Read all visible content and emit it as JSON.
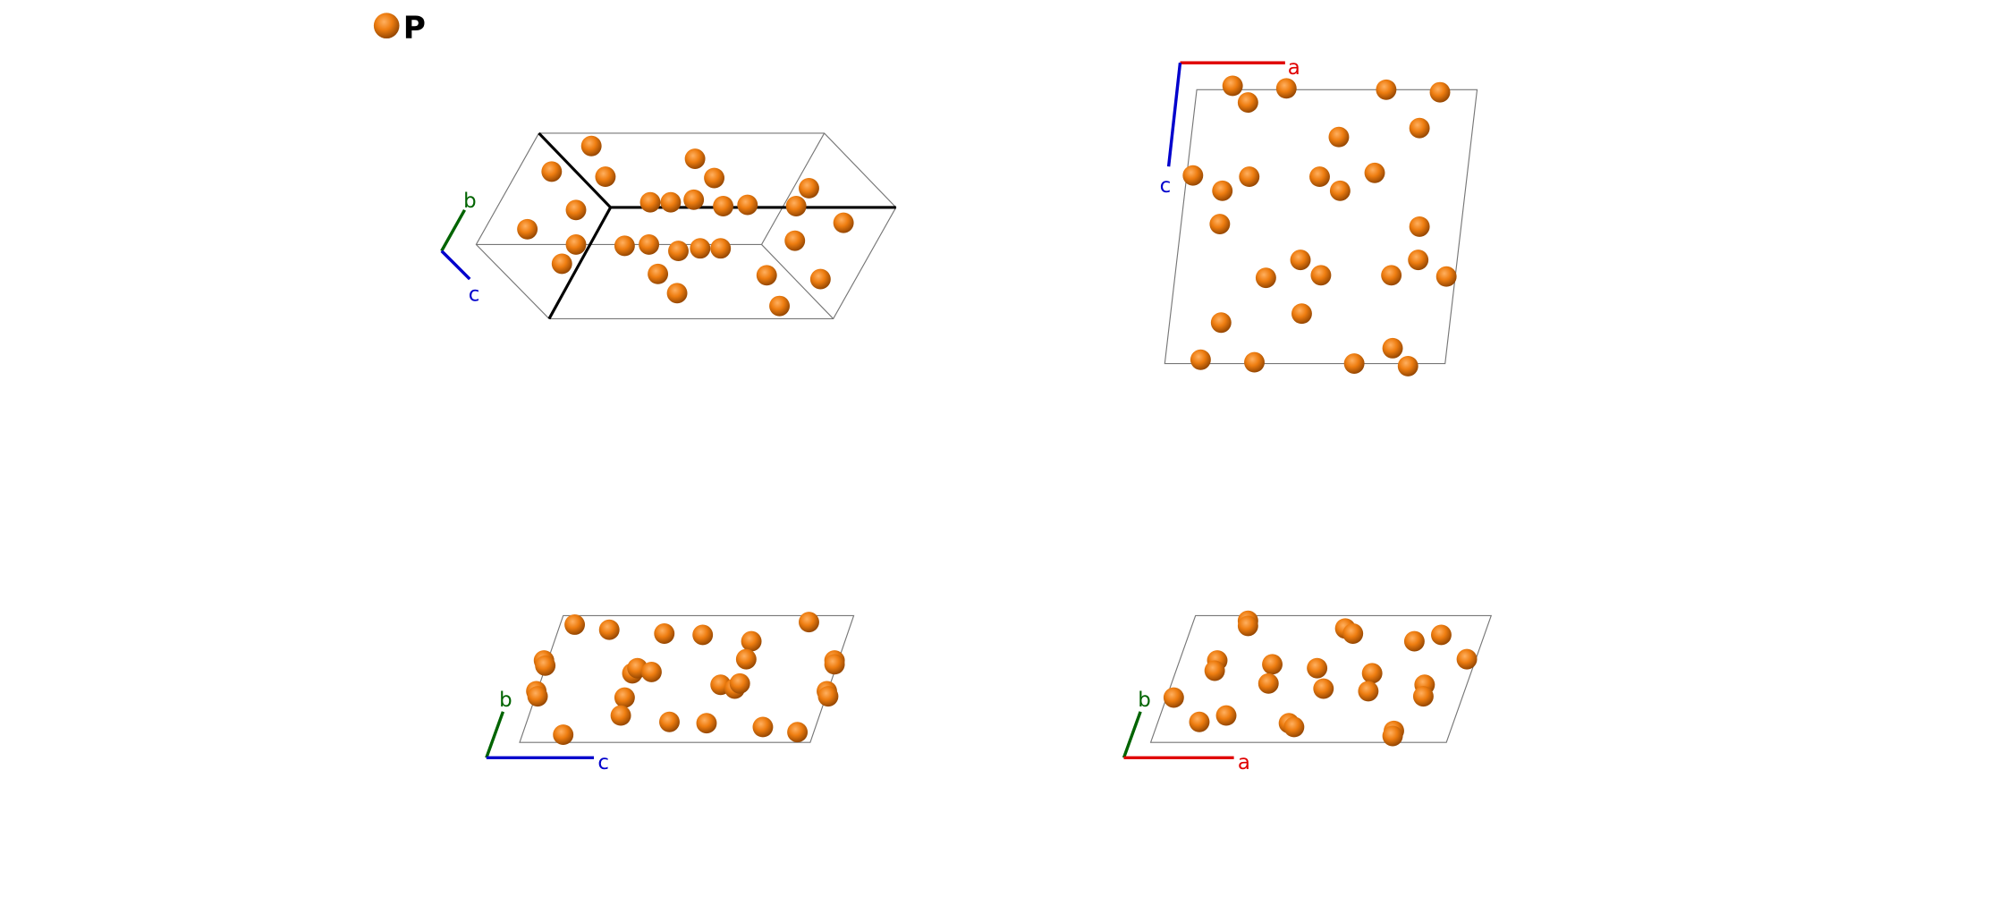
{
  "legend": {
    "element": "P",
    "color": "#e87a0c"
  },
  "axis_colors": {
    "a": "#e00000",
    "b": "#006400",
    "c": "#0000cc"
  },
  "views": [
    {
      "name": "perspective",
      "axes": [
        "b",
        "c"
      ]
    },
    {
      "name": "along-b",
      "axes": [
        "a",
        "c"
      ]
    },
    {
      "name": "along-a",
      "axes": [
        "b",
        "c"
      ]
    },
    {
      "name": "along-c",
      "axes": [
        "b",
        "a"
      ]
    }
  ]
}
